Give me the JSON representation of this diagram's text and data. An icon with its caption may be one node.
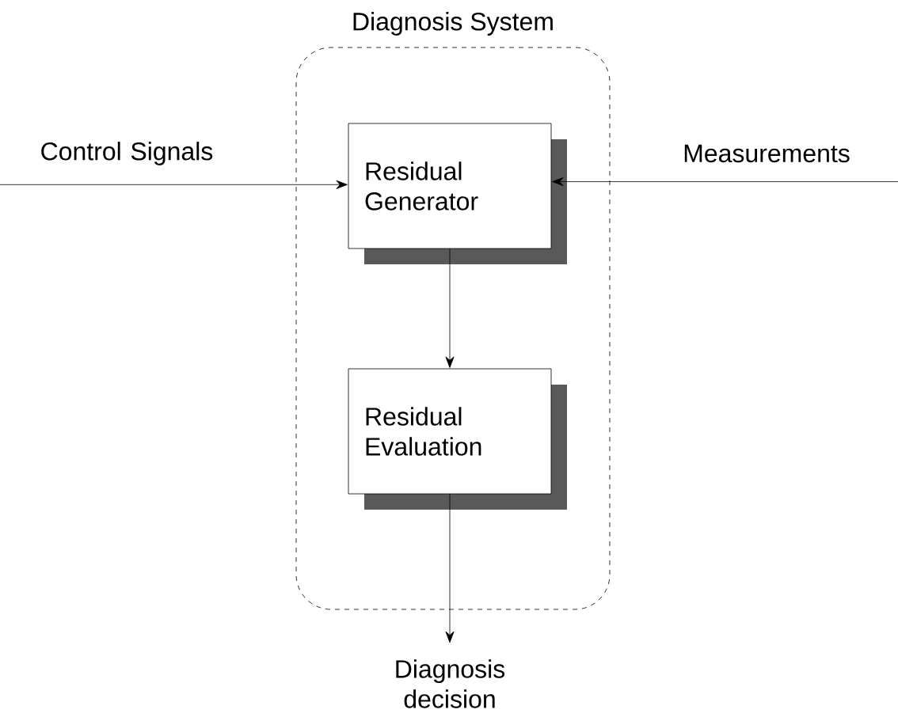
{
  "diagram": {
    "nodes": [
      {
        "text": [
          "Diagnosis System"
        ]
      },
      {
        "text": [
          "Control Signals"
        ]
      },
      {
        "text": [
          "Residual Generator"
        ],
        "in": 0
      },
      {
        "text": [
          "Measurements"
        ]
      },
      {
        "text": [
          "Residual Evaluation"
        ],
        "in": 0
      },
      {
        "text": [
          "Diagnosis decision"
        ]
      }
    ],
    "edges": [
      {
        "from": 1,
        "to": 2,
        "arrow": "to"
      },
      {
        "from": 3,
        "to": 2,
        "arrow": "to"
      },
      {
        "from": 2,
        "to": 4,
        "arrow": "to"
      },
      {
        "from": 4,
        "to": 5,
        "arrow": "to"
      }
    ]
  }
}
